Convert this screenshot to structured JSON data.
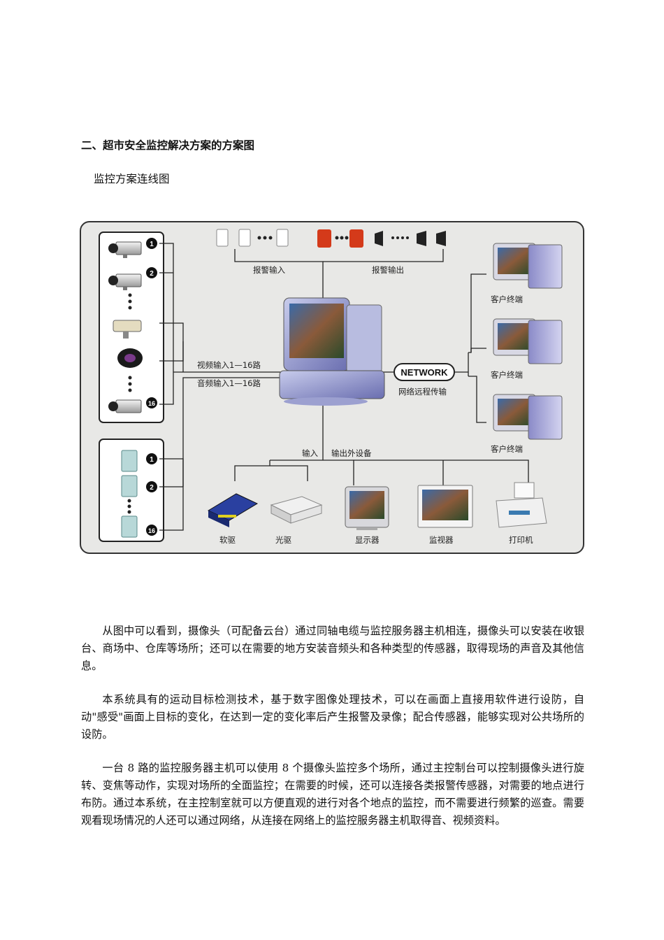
{
  "heading": "二、超市安全监控解决方案的方案图",
  "subheading": "监控方案连线图",
  "diagram": {
    "camera_numbers": [
      "1",
      "2",
      "16"
    ],
    "sensor_numbers": [
      "1",
      "2",
      "16"
    ],
    "alarm_input": "报警输入",
    "alarm_output": "报警输出",
    "video_input": "视频输入1—16路",
    "audio_input": "音频输入1—16路",
    "network": "NETWORK",
    "network_remote": "网络远程传输",
    "client_terminal": "客户终端",
    "input": "输入",
    "output_devices": "输出外设备",
    "floppy": "软驱",
    "cdrom": "光驱",
    "display": "显示器",
    "monitor": "监视器",
    "printer": "打印机"
  },
  "paragraphs": [
    "从图中可以看到，摄像头（可配备云台）通过同轴电缆与监控服务器主机相连，摄像头可以安装在收银台、商场中、仓库等场所；还可以在需要的地方安装音频头和各种类型的传感器，取得现场的声音及其他信息。",
    "本系统具有的运动目标检测技术，基于数字图像处理技术，可以在画面上直接用软件进行设防，自动\"感受\"画面上目标的变化，在达到一定的变化率后产生报警及录像；配合传感器，能够实现对公共场所的设防。",
    "一台 8 路的监控服务器主机可以使用 8 个摄像头监控多个场所，通过主控制台可以控制摄像头进行旋转、变焦等动作，实现对场所的全面监控；在需要的时候，还可以连接各类报警传感器，对需要的地点进行布防。通过本系统，在主控制室就可以方便直观的进行对各个地点的监控，而不需要进行频繁的巡查。需要观看现场情况的人还可以通过网络，从连接在网络上的监控服务器主机取得音、视频资料。"
  ]
}
